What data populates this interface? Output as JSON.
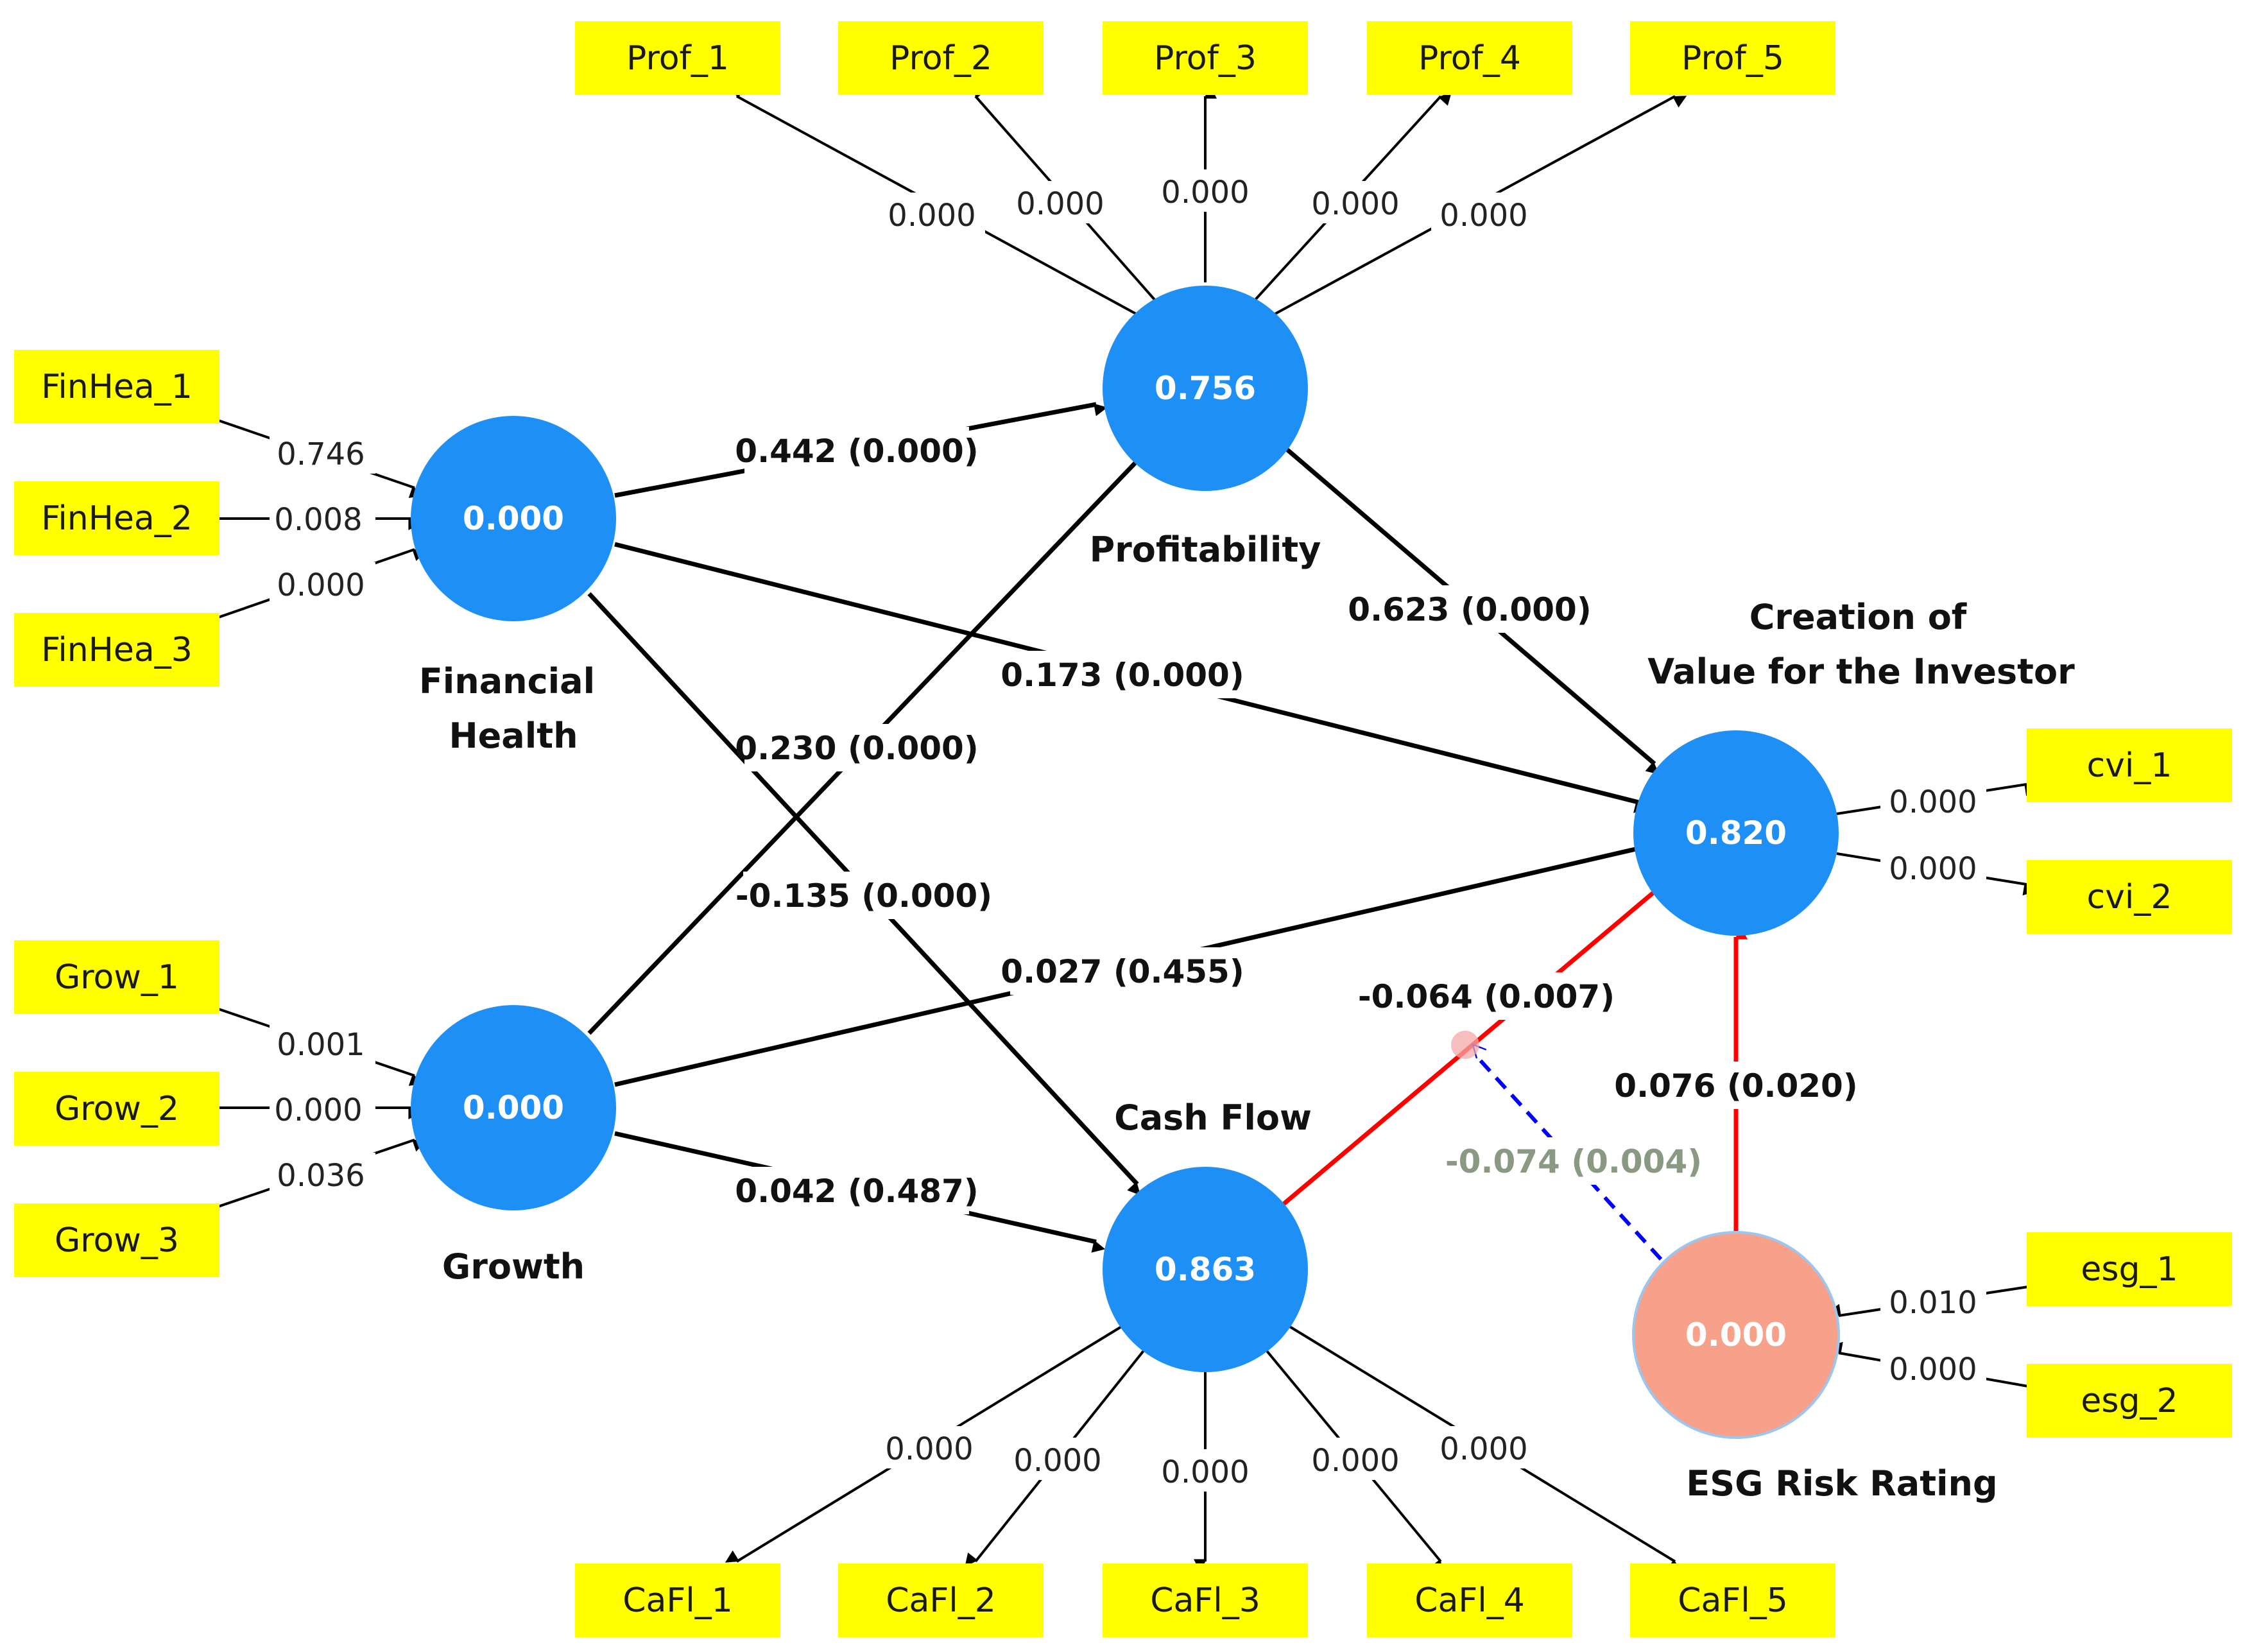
{
  "colors": {
    "latent": "#1e90f5",
    "moderator": "#f7a08a",
    "indicator_box": "#ffff00",
    "black_arrow": "#000000",
    "red_arrow": "#ff0000",
    "moderation_arrow": "#0000ff",
    "moderation_label": "#8a9a82"
  },
  "latents": {
    "profitability": {
      "r2": "0.756",
      "name": "Profitability"
    },
    "financial_health": {
      "r2": "0.000",
      "name_line1": "Financial",
      "name_line2": "Health"
    },
    "growth": {
      "r2": "0.000",
      "name": "Growth"
    },
    "cash_flow": {
      "r2": "0.863",
      "name": "Cash Flow"
    },
    "cvi": {
      "r2": "0.820",
      "name_line1": "Creation of",
      "name_line2": "Value for the Investor"
    },
    "esg": {
      "r2": "0.000",
      "name": "ESG Risk Rating"
    }
  },
  "indicators": {
    "prof": [
      "Prof_1",
      "Prof_2",
      "Prof_3",
      "Prof_4",
      "Prof_5"
    ],
    "cafl": [
      "CaFl_1",
      "CaFl_2",
      "CaFl_3",
      "CaFl_4",
      "CaFl_5"
    ],
    "finhea": [
      "FinHea_1",
      "FinHea_2",
      "FinHea_3"
    ],
    "grow": [
      "Grow_1",
      "Grow_2",
      "Grow_3"
    ],
    "cvi": [
      "cvi_1",
      "cvi_2"
    ],
    "esg": [
      "esg_1",
      "esg_2"
    ]
  },
  "loadings": {
    "prof": [
      "0.000",
      "0.000",
      "0.000",
      "0.000",
      "0.000"
    ],
    "cafl": [
      "0.000",
      "0.000",
      "0.000",
      "0.000",
      "0.000"
    ],
    "finhea": [
      "0.746",
      "0.008",
      "0.000"
    ],
    "grow": [
      "0.001",
      "0.000",
      "0.036"
    ],
    "cvi": [
      "0.000",
      "0.000"
    ],
    "esg": [
      "0.010",
      "0.000"
    ]
  },
  "paths": {
    "fh_prof": "0.442 (0.000)",
    "fh_cvi": "0.173 (0.000)",
    "fh_cf": "-0.135 (0.000)",
    "grow_prof": "0.230 (0.000)",
    "grow_cvi": "0.027 (0.455)",
    "grow_cf": "0.042 (0.487)",
    "prof_cvi": "0.623 (0.000)",
    "cf_cvi": "-0.064 (0.007)",
    "esg_cvi": "0.076 (0.020)",
    "esg_moderation": "-0.074 (0.004)"
  }
}
